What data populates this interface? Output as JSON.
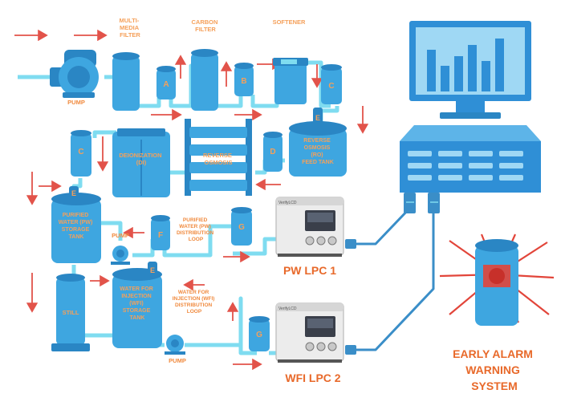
{
  "labels": {
    "multimedia_filter": [
      "MULTI-",
      "MEDIA",
      "FILTER"
    ],
    "carbon_filter": [
      "CARBON",
      "FILTER"
    ],
    "softener": "SOFTENER",
    "pump_top": "PUMP",
    "pump_mid": "PUMP",
    "pump_bottom": "PUMP",
    "deionization": [
      "DEIONIZATION",
      "(DI)"
    ],
    "reverse_osmosis": [
      "REVERSE",
      "OSMOSIS"
    ],
    "ro_feed_tank": [
      "REVERSE",
      "OSMOSIS",
      "(RO)",
      "FEED TANK"
    ],
    "pw_storage_tank": [
      "PURIFIED",
      "WATER (PW)",
      "STORAGE",
      "TANK"
    ],
    "pw_loop": [
      "PURIFIED",
      "WATER (PW)",
      "DISTRIBUTION",
      "LOOP"
    ],
    "still": "STILL",
    "wfi_storage_tank": [
      "WATER FOR",
      "INJECTION",
      "(WFI)",
      "STORAGE",
      "TANK"
    ],
    "wfi_loop": [
      "WATER FOR",
      "INJECTION (WFI)",
      "DISTRIBUTION",
      "LOOP"
    ],
    "pw_lpc": "PW LPC 1",
    "wfi_lpc": "WFI LPC 2",
    "early_alarm": [
      "EARLY ALARM",
      "WARNING",
      "SYSTEM"
    ],
    "device_brand": "VerifyLCD"
  },
  "sample_points": {
    "a": "A",
    "b": "B",
    "c1": "C",
    "c2": "C",
    "d": "D",
    "e1": "E",
    "e2": "E",
    "f": "F",
    "g1": "G",
    "g2": "G"
  },
  "colors": {
    "water_pipe": "#7fdcf0",
    "vessel": "#3ea6e0",
    "vessel_dark": "#2a86c4",
    "label": "#f08a3e",
    "flow_arrow": "#e2534a",
    "lpc_text": "#e8692a",
    "alarm": "#e2453a",
    "monitor": "#2f8fd6",
    "cable": "#3a8ec8"
  }
}
